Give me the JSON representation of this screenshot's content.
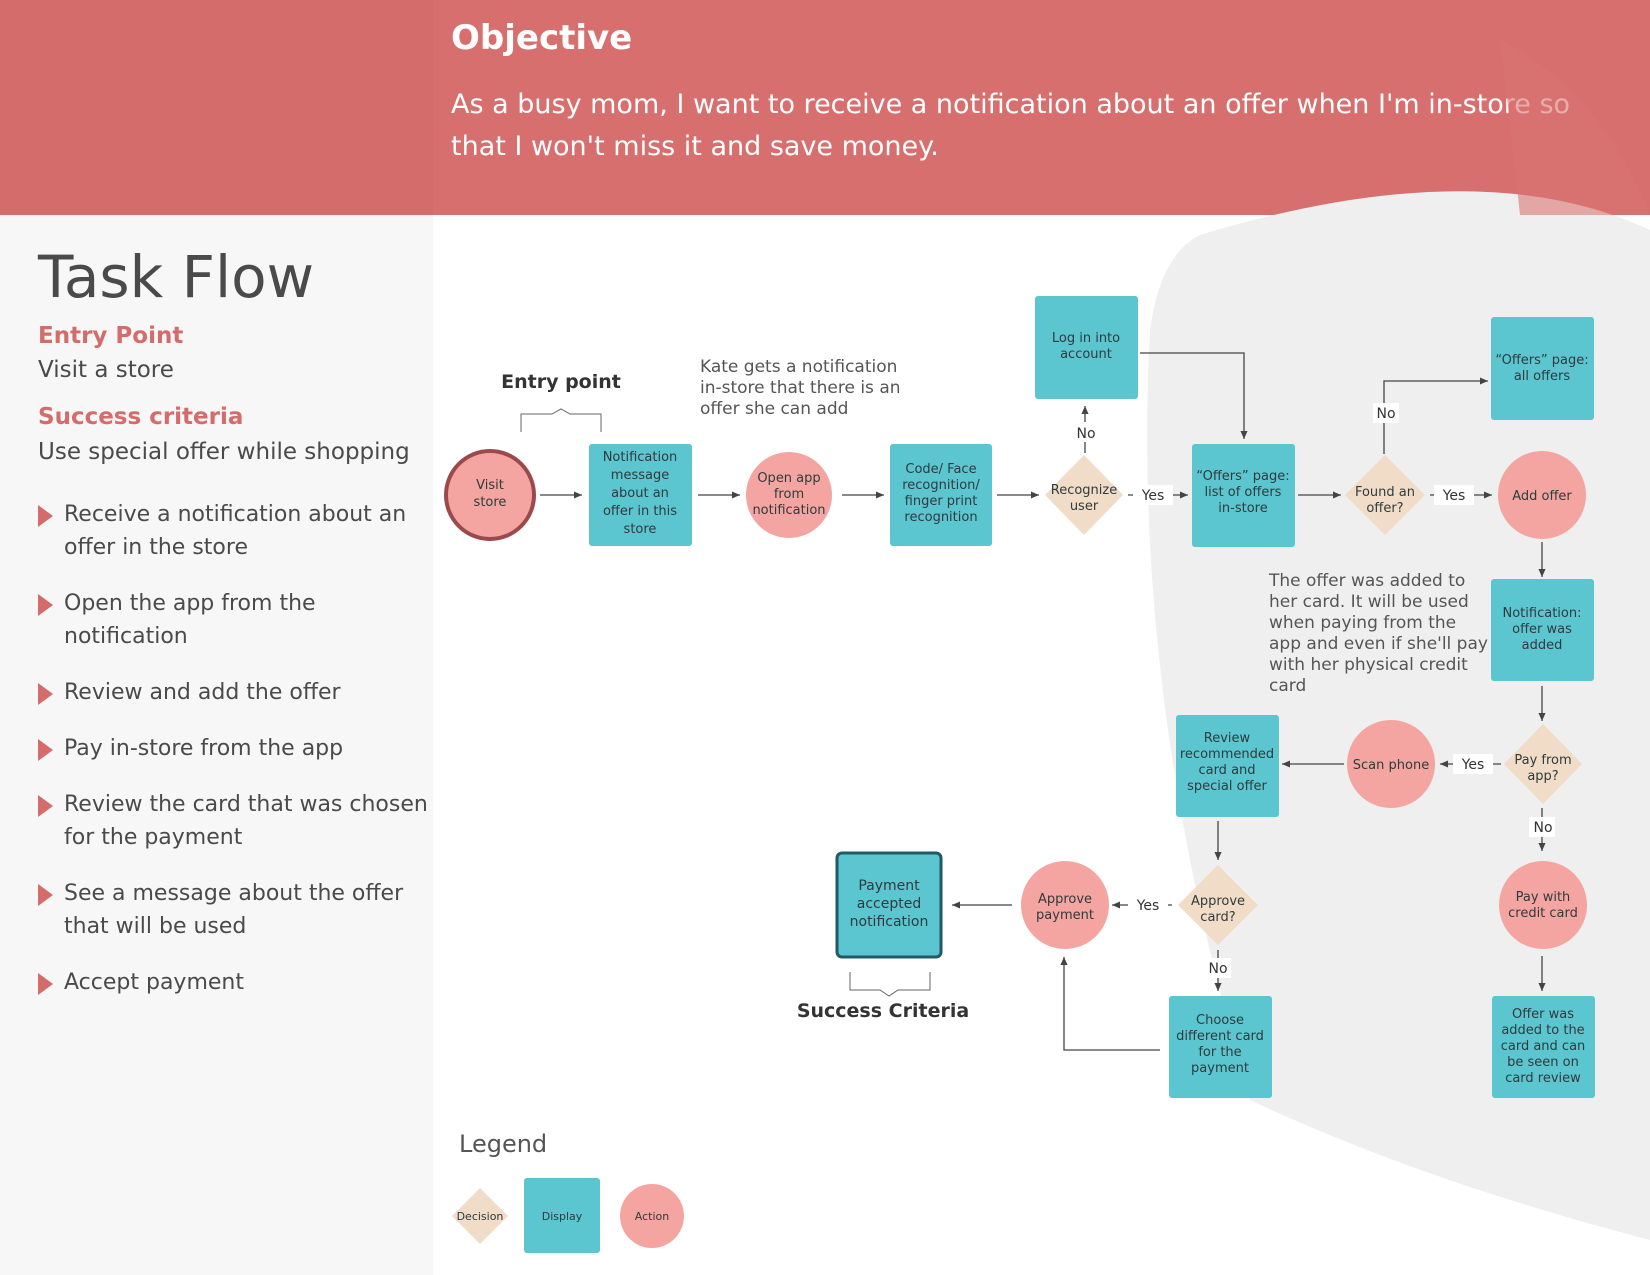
{
  "objective": {
    "title": "Objective",
    "text": "As a busy mom, I want to receive a notification about an offer when I'm in-store so that I won't miss it and save money."
  },
  "sidebar": {
    "title": "Task Flow",
    "entry_heading": "Entry Point",
    "entry_text": "Visit a store",
    "success_heading": "Success criteria",
    "success_text": "Use special offer while shopping",
    "steps": [
      "Receive a notification about an offer in the store",
      "Open the app from the notification",
      "Review and add the offer",
      "Pay in-store from the app",
      "Review the card that was chosen for the payment",
      "See a message about the offer that will be used",
      "Accept payment"
    ]
  },
  "colors": {
    "header": "#d76f6e",
    "accent": "#d46c6b",
    "display": "#5bc5d0",
    "action": "#f5a5a1",
    "decision": "#f1dcc8"
  },
  "diagram": {
    "entry_point_label": "Entry point",
    "success_criteria_label": "Success Criteria",
    "annotations": {
      "kate": [
        "Kate gets a notification",
        "in-store that there is an",
        "offer she can add"
      ],
      "offer_added": [
        "The offer was added to",
        "her card. It will be used",
        "when paying from the",
        "app and even if she'll pay",
        "with her physical credit",
        "card"
      ]
    },
    "nodes": {
      "visit_store": [
        "Visit",
        "store"
      ],
      "notification_message": [
        "Notification",
        "message",
        "about an",
        "offer in this",
        "store"
      ],
      "open_app": [
        "Open app",
        "from",
        "notification"
      ],
      "code_face": [
        "Code/ Face",
        "recognition/",
        "finger print",
        "recognition"
      ],
      "recognize_user": [
        "Recognize",
        "user"
      ],
      "log_in": [
        "Log in into",
        "account"
      ],
      "offers_in_store": [
        "“Offers” page:",
        "list of offers",
        "in-store"
      ],
      "found_offer": [
        "Found an",
        "offer?"
      ],
      "offers_all": [
        "“Offers” page:",
        "all offers"
      ],
      "add_offer": [
        "Add offer"
      ],
      "notification_added": [
        "Notification:",
        "offer was",
        "added"
      ],
      "pay_from_app": [
        "Pay from",
        "app?"
      ],
      "scan_phone": [
        "Scan phone"
      ],
      "review_card": [
        "Review",
        "recommended",
        "card and",
        "special offer"
      ],
      "approve_card": [
        "Approve",
        "card?"
      ],
      "approve_payment": [
        "Approve",
        "payment"
      ],
      "payment_accepted": [
        "Payment",
        "accepted",
        "notification"
      ],
      "choose_card": [
        "Choose",
        "different card",
        "for the",
        "payment"
      ],
      "pay_credit": [
        "Pay with",
        "credit card"
      ],
      "offer_added_review": [
        "Offer was",
        "added to the",
        "card and can",
        "be seen on",
        "card review"
      ]
    },
    "edge_labels": {
      "no_login": "No",
      "yes_recognize": "Yes",
      "no_found": "No",
      "yes_found": "Yes",
      "yes_pay": "Yes",
      "no_pay": "No",
      "yes_approve": "Yes",
      "no_approve": "No"
    }
  },
  "legend": {
    "title": "Legend",
    "decision": "Decision",
    "display": "Display",
    "action": "Action"
  }
}
